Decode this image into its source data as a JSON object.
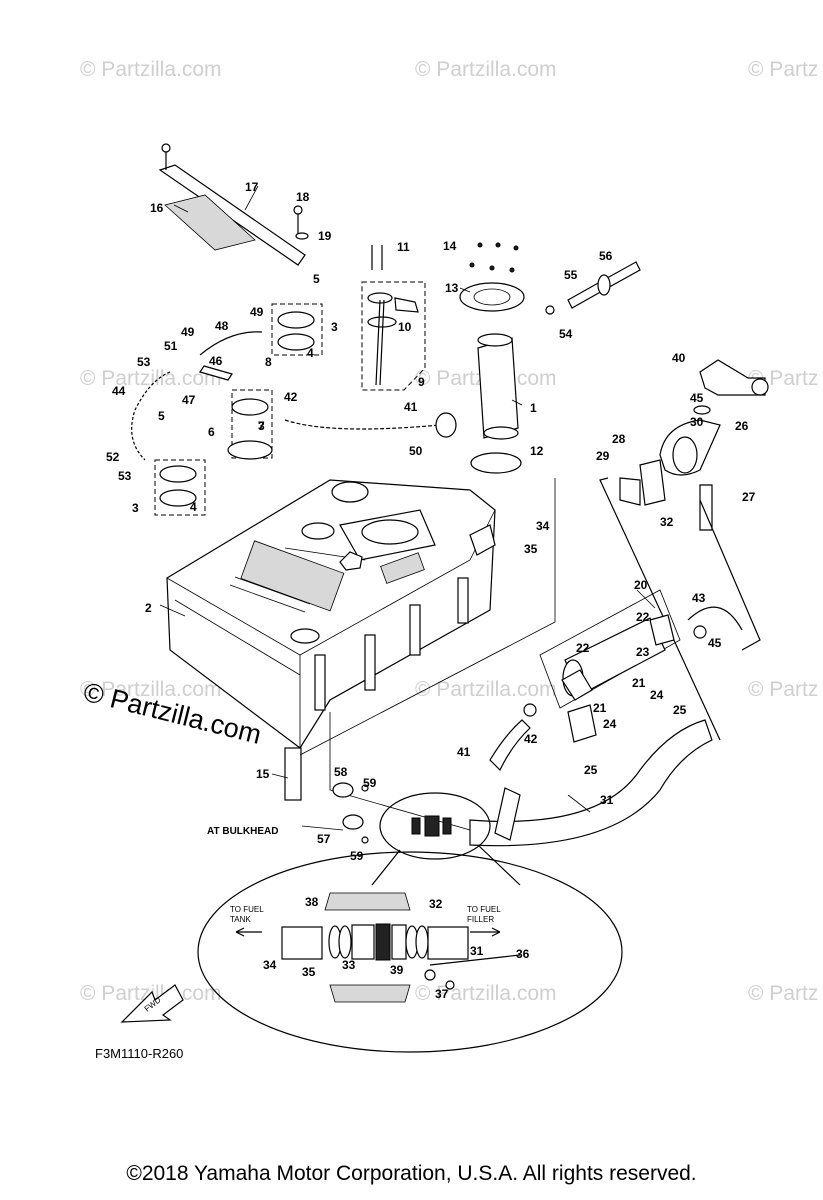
{
  "watermarks": [
    "© Partzilla.com",
    "© Partzilla.com",
    "© Partz",
    "© Partzilla.com",
    "© Partzilla.com",
    "© Partz",
    "© Partzilla.com",
    "© Partzilla.com",
    "© Partz",
    "© Partzilla.com",
    "© Partzilla.com",
    "© Partz"
  ],
  "watermark_main": "© Partzilla.com",
  "labels": {
    "at_bulkhead": "AT BULKHEAD",
    "to_fuel_tank_1": "TO FUEL",
    "to_fuel_tank_2": "TANK",
    "to_fuel_filler_1": "TO FUEL",
    "to_fuel_filler_2": "FILLER",
    "fwd": "FWD",
    "figure_code": "F3M1110-R260"
  },
  "callouts": [
    "1",
    "2",
    "3",
    "3",
    "3",
    "4",
    "4",
    "5",
    "5",
    "6",
    "7",
    "8",
    "9",
    "10",
    "11",
    "12",
    "13",
    "14",
    "15",
    "16",
    "17",
    "18",
    "19",
    "20",
    "21",
    "21",
    "22",
    "22",
    "23",
    "24",
    "24",
    "25",
    "25",
    "26",
    "27",
    "28",
    "29",
    "30",
    "31",
    "31",
    "32",
    "32",
    "33",
    "34",
    "34",
    "35",
    "35",
    "36",
    "37",
    "38",
    "39",
    "40",
    "41",
    "41",
    "42",
    "42",
    "43",
    "44",
    "45",
    "45",
    "46",
    "47",
    "48",
    "49",
    "49",
    "50",
    "51",
    "52",
    "53",
    "53",
    "54",
    "55",
    "56",
    "57",
    "58",
    "59",
    "59"
  ],
  "copyright": "©2018 Yamaha Motor Corporation, U.S.A. All rights reserved."
}
